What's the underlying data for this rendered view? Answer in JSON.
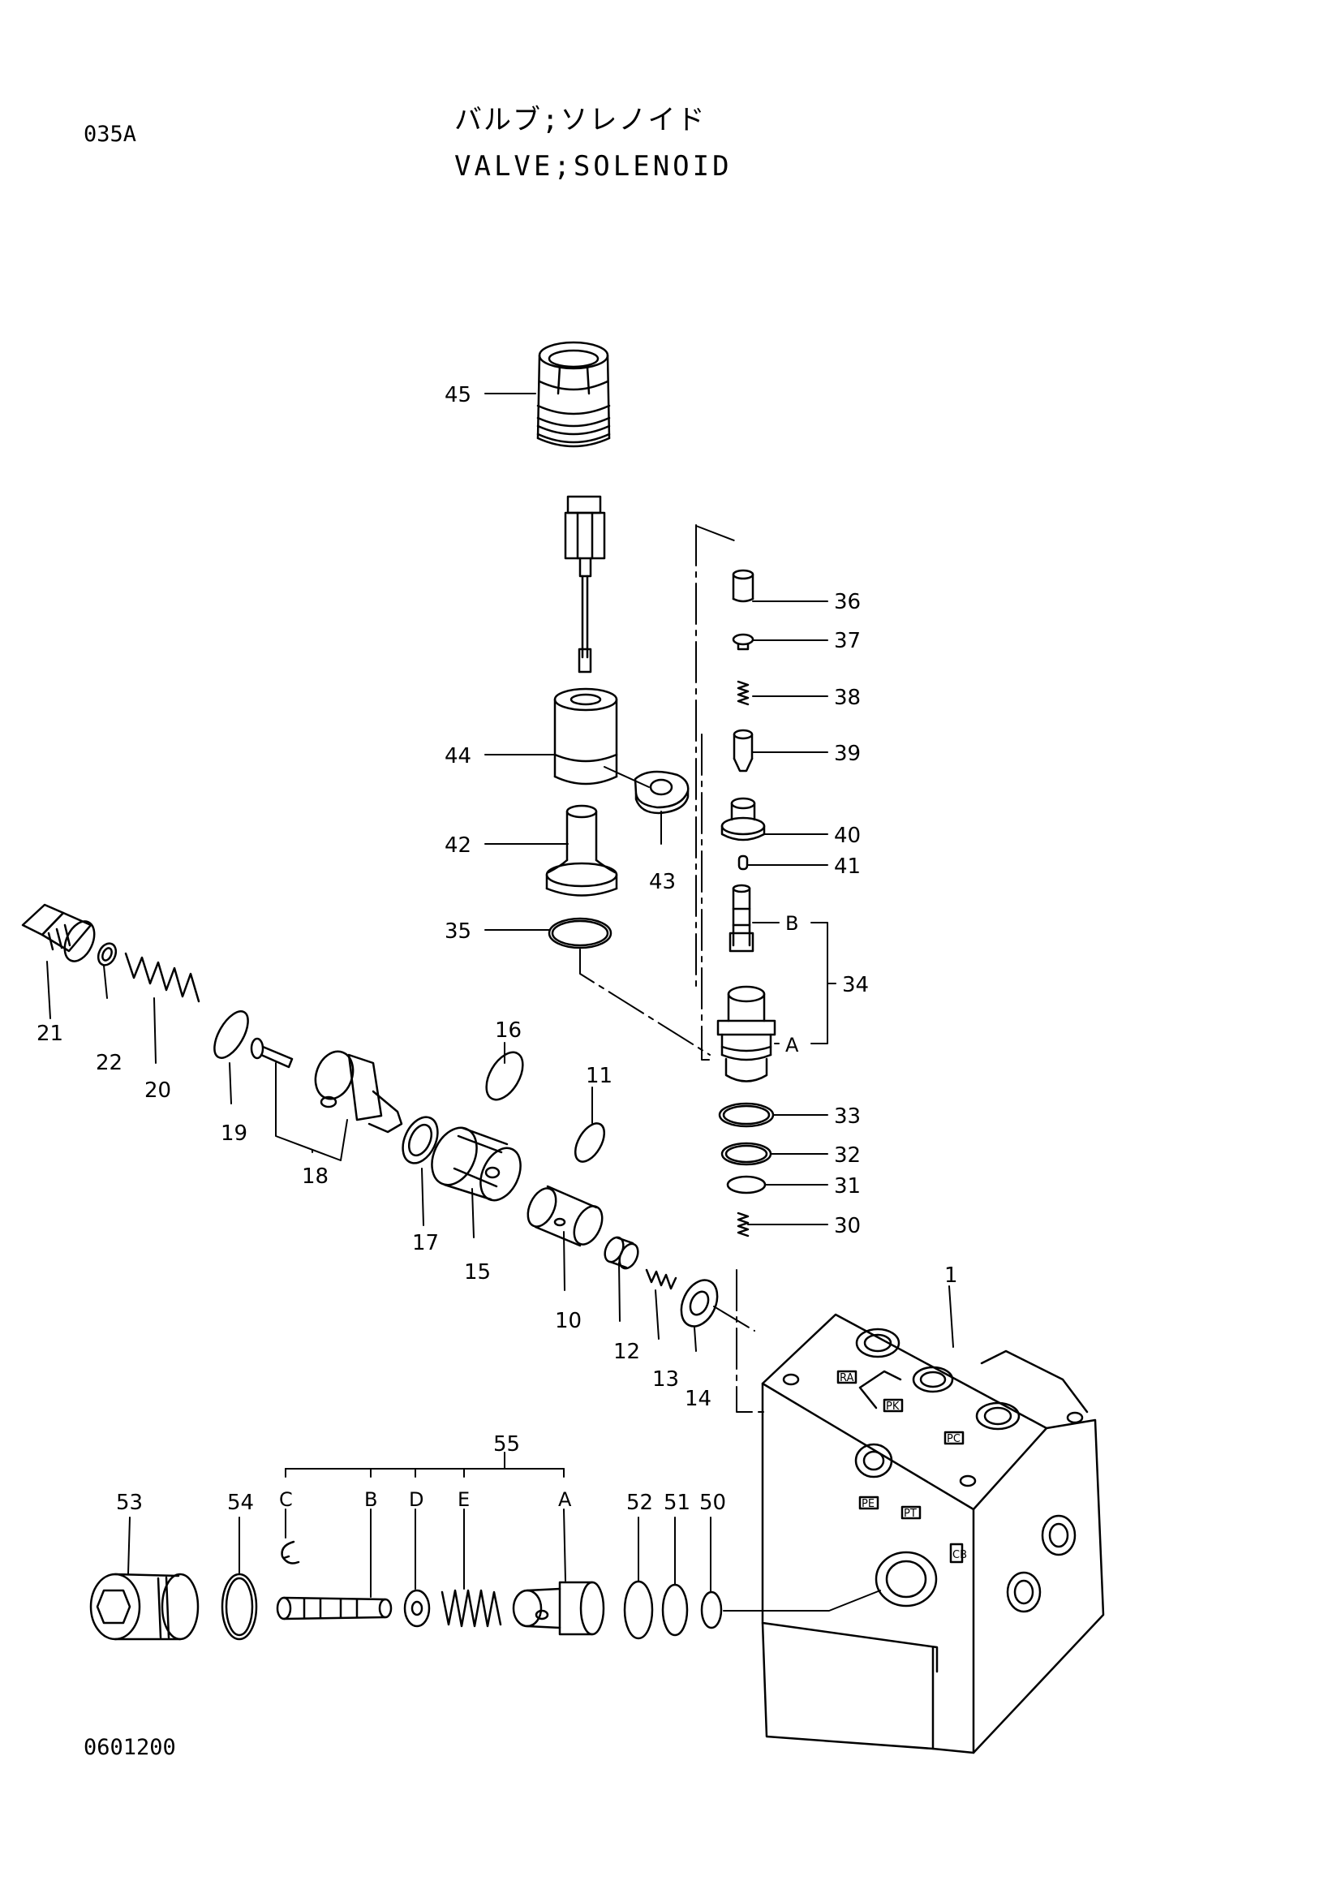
{
  "header": {
    "section_code": "035A",
    "title_jp": "バルブ;ソレノイド",
    "title_en": "VALVE;SOLENOID"
  },
  "footer": {
    "figure_number": "0601200"
  },
  "parts": {
    "p1": "1",
    "p10": "10",
    "p11": "11",
    "p12": "12",
    "p13": "13",
    "p14": "14",
    "p15": "15",
    "p16": "16",
    "p17": "17",
    "p18": "18",
    "p19": "19",
    "p20": "20",
    "p21": "21",
    "p22": "22",
    "p30": "30",
    "p31": "31",
    "p32": "32",
    "p33": "33",
    "p34": "34",
    "p35": "35",
    "p36": "36",
    "p37": "37",
    "p38": "38",
    "p39": "39",
    "p40": "40",
    "p41": "41",
    "p42": "42",
    "p43": "43",
    "p44": "44",
    "p45": "45",
    "p50": "50",
    "p51": "51",
    "p52": "52",
    "p53": "53",
    "p54": "54",
    "p55": "55"
  },
  "sub_labels": {
    "s34A": "A",
    "s34B": "B",
    "s55A": "A",
    "s55B": "B",
    "s55C": "C",
    "s55D": "D",
    "s55E": "E"
  },
  "ports": {
    "ra": "RA",
    "pk": "PK",
    "pc": "PC",
    "pe": "PE",
    "pt": "PT",
    "cb": "CB"
  }
}
